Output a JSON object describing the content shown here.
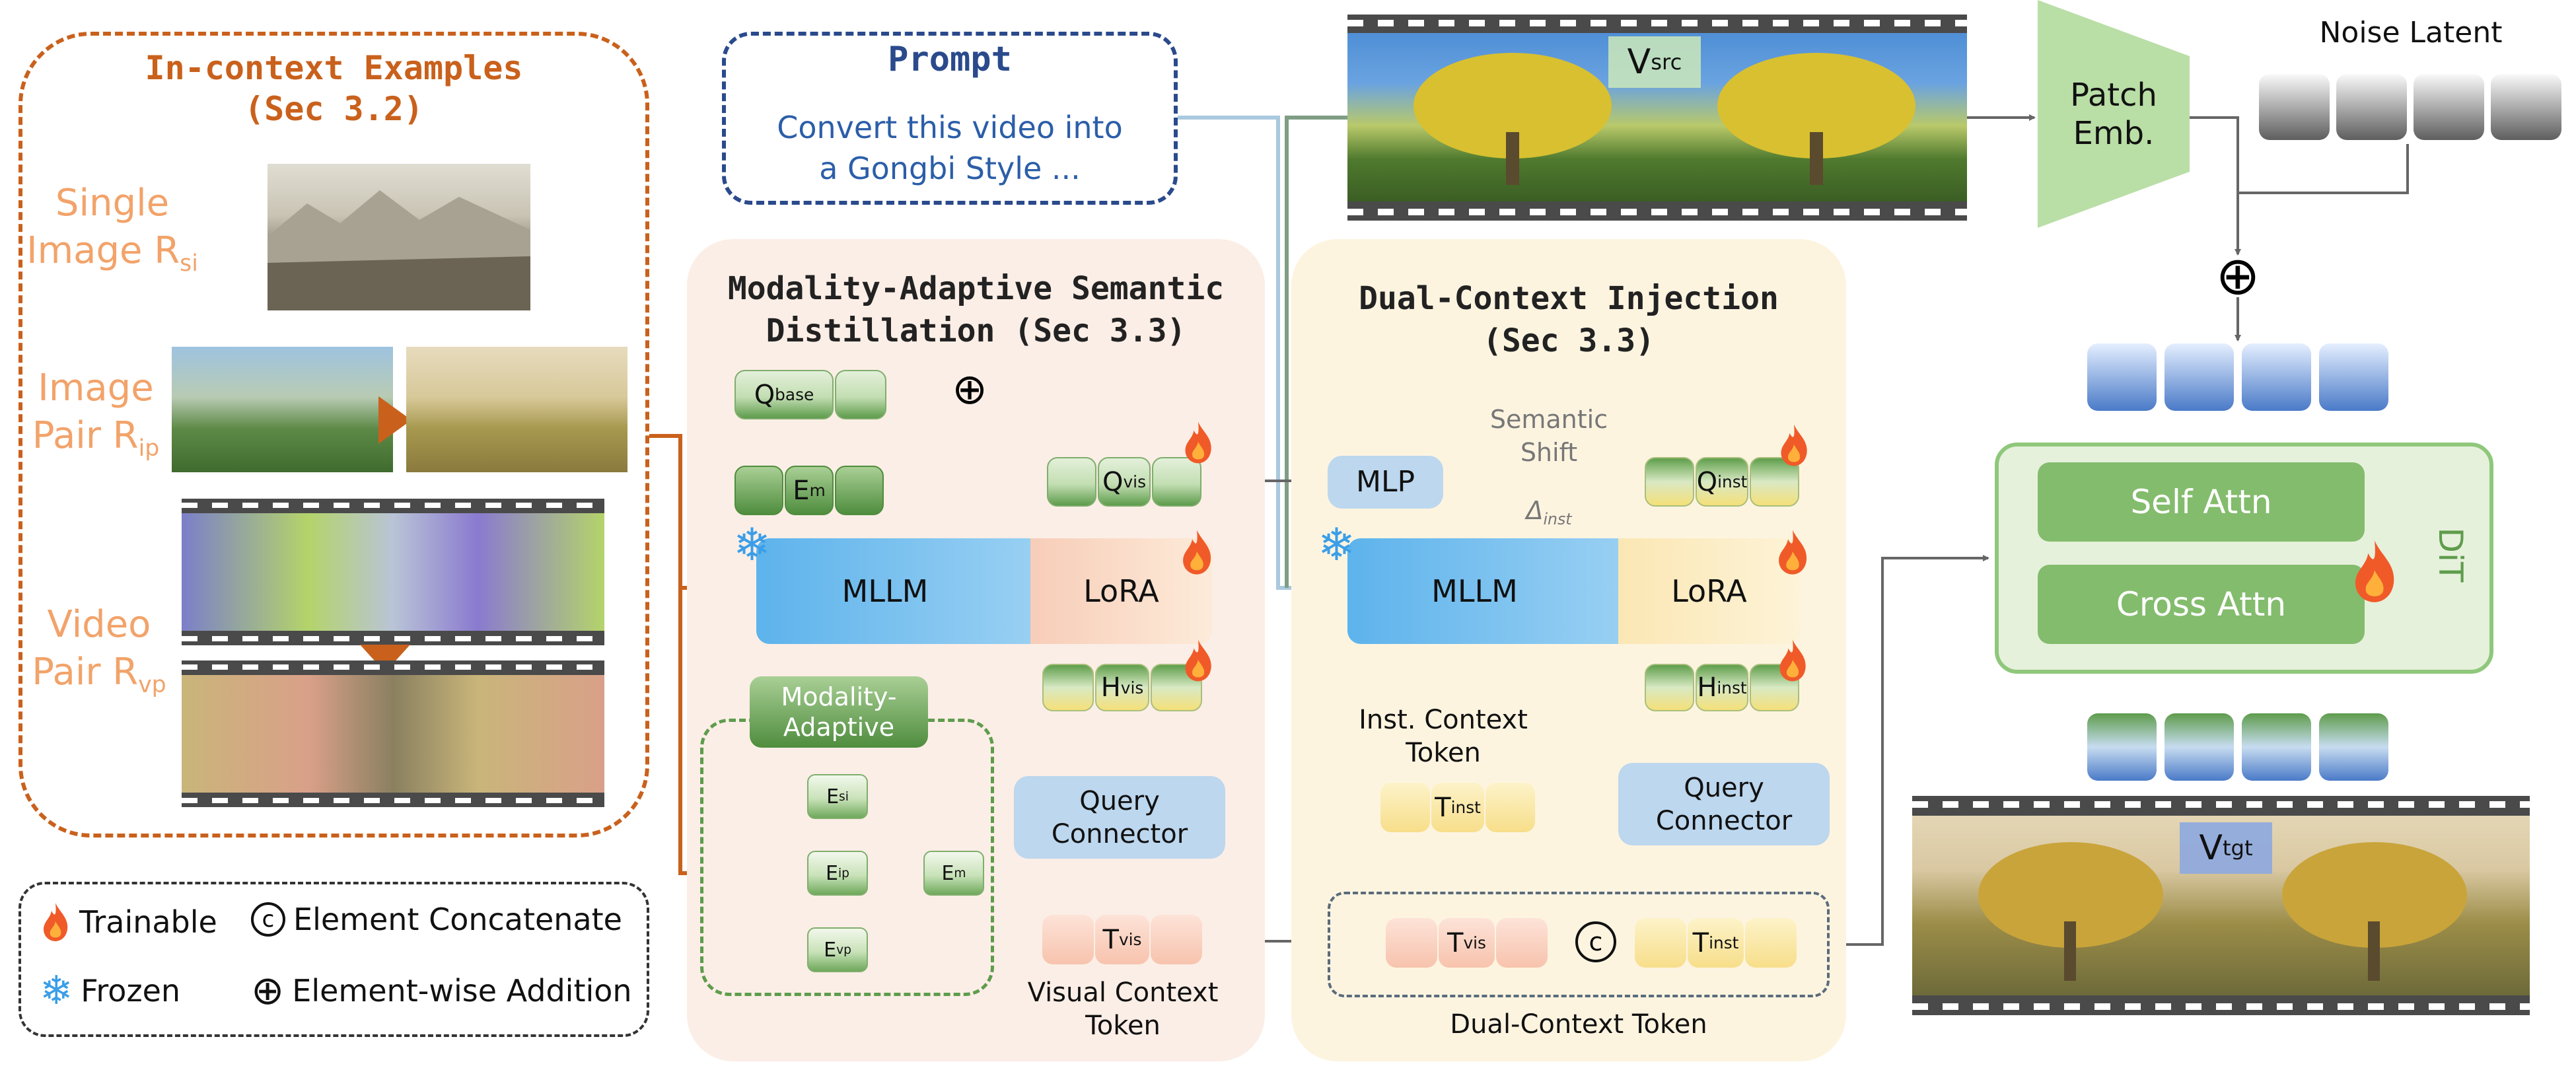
{
  "colors": {
    "orange": "#c9611c",
    "light_orange": "#f2a36a",
    "prompt_blue": "#2a4a8c",
    "green": "#5e9c4c",
    "query_blue": "#bcd7ee"
  },
  "in_context": {
    "title_line1": "In-context Examples",
    "title_line2": "(Sec 3.2)",
    "single_line1": "Single",
    "single_line2": "Image R",
    "single_sub": "si",
    "pair_line1": "Image",
    "pair_line2": "Pair R",
    "pair_sub": "ip",
    "video_line1": "Video",
    "video_line2": "Pair R",
    "video_sub": "vp"
  },
  "prompt": {
    "title": "Prompt",
    "text_line1": "Convert this video into",
    "text_line2": "a Gongbi Style ..."
  },
  "mas": {
    "title_line1": "Modality-Adaptive Semantic",
    "title_line2": "Distillation (Sec 3.3)",
    "q_base": "Q",
    "q_base_sub": "base",
    "e_m": "E",
    "e_m_sub": "m",
    "q_vis": "Q",
    "q_vis_sub": "vis",
    "mllm": "MLLM",
    "lora": "LoRA",
    "h_vis": "H",
    "h_vis_sub": "vis",
    "query_connector_line1": "Query",
    "query_connector_line2": "Connector",
    "t_vis": "T",
    "t_vis_sub": "vis",
    "visual_context_line1": "Visual Context",
    "visual_context_line2": "Token",
    "modality_adaptive_line1": "Modality-",
    "modality_adaptive_line2": "Adaptive",
    "e_si": "E",
    "e_si_sub": "si",
    "e_ip": "E",
    "e_ip_sub": "ip",
    "e_vp": "E",
    "e_vp_sub": "vp",
    "e_m2": "E",
    "e_m2_sub": "m"
  },
  "dci": {
    "title_line1": "Dual-Context Injection",
    "title_line2": "(Sec 3.3)",
    "mlp": "MLP",
    "semantic_shift_line1": "Semantic",
    "semantic_shift_line2": "Shift",
    "delta": "Δ",
    "delta_sub": "inst",
    "q_inst": "Q",
    "q_inst_sub": "inst",
    "mllm": "MLLM",
    "lora": "LoRA",
    "h_inst": "H",
    "h_inst_sub": "inst",
    "query_connector_line1": "Query",
    "query_connector_line2": "Connector",
    "inst_context_line1": "Inst. Context",
    "inst_context_line2": "Token",
    "t_inst": "T",
    "t_inst_sub": "inst",
    "dual_t_vis": "T",
    "dual_t_vis_sub": "vis",
    "concat_symbol": "c",
    "dual_t_inst": "T",
    "dual_t_inst_sub": "inst",
    "dual_context_token": "Dual-Context Token"
  },
  "right": {
    "v_src": "V",
    "v_src_sub": "src",
    "patch_emb_line1": "Patch",
    "patch_emb_line2": "Emb.",
    "noise_latent": "Noise Latent",
    "add_symbol": "⊕",
    "self_attn": "Self Attn",
    "cross_attn": "Cross Attn",
    "dit": "DiT",
    "v_tgt": "V",
    "v_tgt_sub": "tgt"
  },
  "legend": {
    "trainable": "Trainable",
    "concat_symbol": "c",
    "concat": "Element Concatenate",
    "frozen": "Frozen",
    "add_symbol": "⊕",
    "add": "Element-wise Addition"
  },
  "icons": [
    "fire-icon",
    "snowflake-icon",
    "plus-circle-icon",
    "concat-circle-icon"
  ]
}
